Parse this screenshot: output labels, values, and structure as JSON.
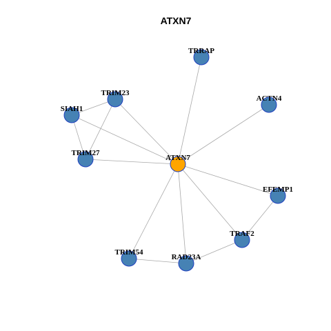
{
  "title": "ATXN7",
  "colors": {
    "center_fill": "#ffa500",
    "center_stroke": "#1f3fbf",
    "node_fill": "#4682b4",
    "node_stroke": "#1f3fbf",
    "edge": "#a8a8a8"
  },
  "nodes": [
    {
      "id": "ATXN7",
      "label": "ATXN7",
      "center": true
    },
    {
      "id": "TRRAP",
      "label": "TRRAP"
    },
    {
      "id": "ACTN4",
      "label": "ACTN4"
    },
    {
      "id": "TRIM23",
      "label": "TRIM23"
    },
    {
      "id": "SIAH1",
      "label": "SIAH1"
    },
    {
      "id": "TRIM27",
      "label": "TRIM27"
    },
    {
      "id": "EFEMP1",
      "label": "EFEMP1"
    },
    {
      "id": "TRAF2",
      "label": "TRAF2"
    },
    {
      "id": "TRIM54",
      "label": "TRIM54"
    },
    {
      "id": "RAD23A",
      "label": "RAD23A"
    }
  ],
  "edges": [
    [
      "ATXN7",
      "TRRAP"
    ],
    [
      "ATXN7",
      "ACTN4"
    ],
    [
      "ATXN7",
      "TRIM23"
    ],
    [
      "ATXN7",
      "SIAH1"
    ],
    [
      "ATXN7",
      "TRIM27"
    ],
    [
      "ATXN7",
      "EFEMP1"
    ],
    [
      "ATXN7",
      "TRAF2"
    ],
    [
      "ATXN7",
      "TRIM54"
    ],
    [
      "ATXN7",
      "RAD23A"
    ],
    [
      "TRIM23",
      "SIAH1"
    ],
    [
      "TRIM23",
      "TRIM27"
    ],
    [
      "SIAH1",
      "TRIM27"
    ],
    [
      "EFEMP1",
      "TRAF2"
    ],
    [
      "TRAF2",
      "RAD23A"
    ],
    [
      "TRIM54",
      "RAD23A"
    ]
  ]
}
